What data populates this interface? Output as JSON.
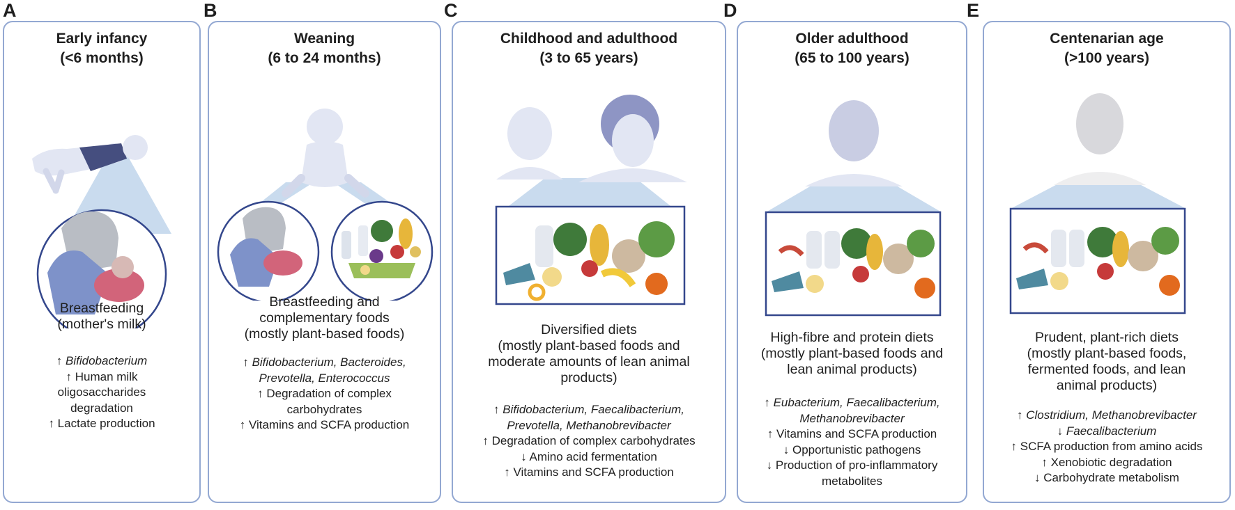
{
  "panels": [
    {
      "letter": "A",
      "title": [
        "Early infancy",
        "(<6 months)"
      ],
      "diet": [
        "Breastfeeding",
        "(mother's milk)"
      ],
      "effects": [
        {
          "arrow": "↑",
          "text": "Bifidobacterium",
          "italic": true
        },
        {
          "arrow": "↑",
          "text": "Human milk",
          "italic": false
        },
        {
          "arrow": "",
          "text": "oligosaccharides",
          "italic": false
        },
        {
          "arrow": "",
          "text": "degradation",
          "italic": false
        },
        {
          "arrow": "↑",
          "text": "Lactate production",
          "italic": false
        }
      ]
    },
    {
      "letter": "B",
      "title": [
        "Weaning",
        "(6 to 24 months)"
      ],
      "diet": [
        "Breastfeeding and",
        "complementary foods",
        "(mostly plant-based foods)"
      ],
      "effects": [
        {
          "arrow": "↑",
          "text": "Bifidobacterium, Bacteroides,",
          "italic": true
        },
        {
          "arrow": "",
          "text": "Prevotella, Enterococcus",
          "italic": true
        },
        {
          "arrow": "↑",
          "text": "Degradation of complex",
          "italic": false
        },
        {
          "arrow": "",
          "text": "carbohydrates",
          "italic": false
        },
        {
          "arrow": "↑",
          "text": "Vitamins and SCFA production",
          "italic": false
        }
      ]
    },
    {
      "letter": "C",
      "title": [
        "Childhood and adulthood",
        "(3 to 65 years)"
      ],
      "diet": [
        "Diversified diets",
        "(mostly plant-based foods and",
        "moderate amounts of lean animal",
        "products)"
      ],
      "effects": [
        {
          "arrow": "↑",
          "text": "Bifidobacterium, Faecalibacterium,",
          "italic": true
        },
        {
          "arrow": "",
          "text": "Prevotella, Methanobrevibacter",
          "italic": true
        },
        {
          "arrow": "↑",
          "text": "Degradation of complex carbohydrates",
          "italic": false
        },
        {
          "arrow": "↓",
          "text": "Amino acid fermentation",
          "italic": false
        },
        {
          "arrow": "↑",
          "text": "Vitamins and SCFA production",
          "italic": false
        }
      ]
    },
    {
      "letter": "D",
      "title": [
        "Older adulthood",
        "(65 to 100 years)"
      ],
      "diet": [
        "High-fibre and protein diets",
        "(mostly plant-based foods and",
        "lean animal products)"
      ],
      "effects": [
        {
          "arrow": "↑",
          "text": "Eubacterium, Faecalibacterium,",
          "italic": true
        },
        {
          "arrow": "",
          "text": "Methanobrevibacter",
          "italic": true
        },
        {
          "arrow": "↑",
          "text": "Vitamins and SCFA production",
          "italic": false
        },
        {
          "arrow": "↓",
          "text": "Opportunistic pathogens",
          "italic": false
        },
        {
          "arrow": "↓",
          "text": "Production of pro-inflammatory",
          "italic": false
        },
        {
          "arrow": "",
          "text": "metabolites",
          "italic": false
        }
      ]
    },
    {
      "letter": "E",
      "title": [
        "Centenarian age",
        "(>100 years)"
      ],
      "diet": [
        "Prudent, plant-rich diets",
        "(mostly plant-based foods,",
        "fermented foods, and lean",
        "animal products)"
      ],
      "effects": [
        {
          "arrow": "↑",
          "text": "Clostridium, Methanobrevibacter",
          "italic": true
        },
        {
          "arrow": "↓",
          "text": "Faecalibacterium",
          "italic": true
        },
        {
          "arrow": "↑",
          "text": "SCFA production from amino acids",
          "italic": false
        },
        {
          "arrow": "↑",
          "text": "Xenobiotic degradation",
          "italic": false
        },
        {
          "arrow": "↓",
          "text": "Carbohydrate metabolism",
          "italic": false
        }
      ]
    }
  ],
  "colors": {
    "panel_border": "#93a8d2",
    "callout_fill": "#c9dbee",
    "food_frame": "#34478c",
    "figure_skin": "#d7dcef",
    "circle_border": "#34478c"
  },
  "icons": [
    "baby-illustration",
    "breastfeeding-illustration",
    "seated-toddler-illustration",
    "food-assortment-illustration",
    "child-head-illustration",
    "woman-head-illustration",
    "older-adult-head-illustration",
    "centenarian-head-illustration"
  ]
}
